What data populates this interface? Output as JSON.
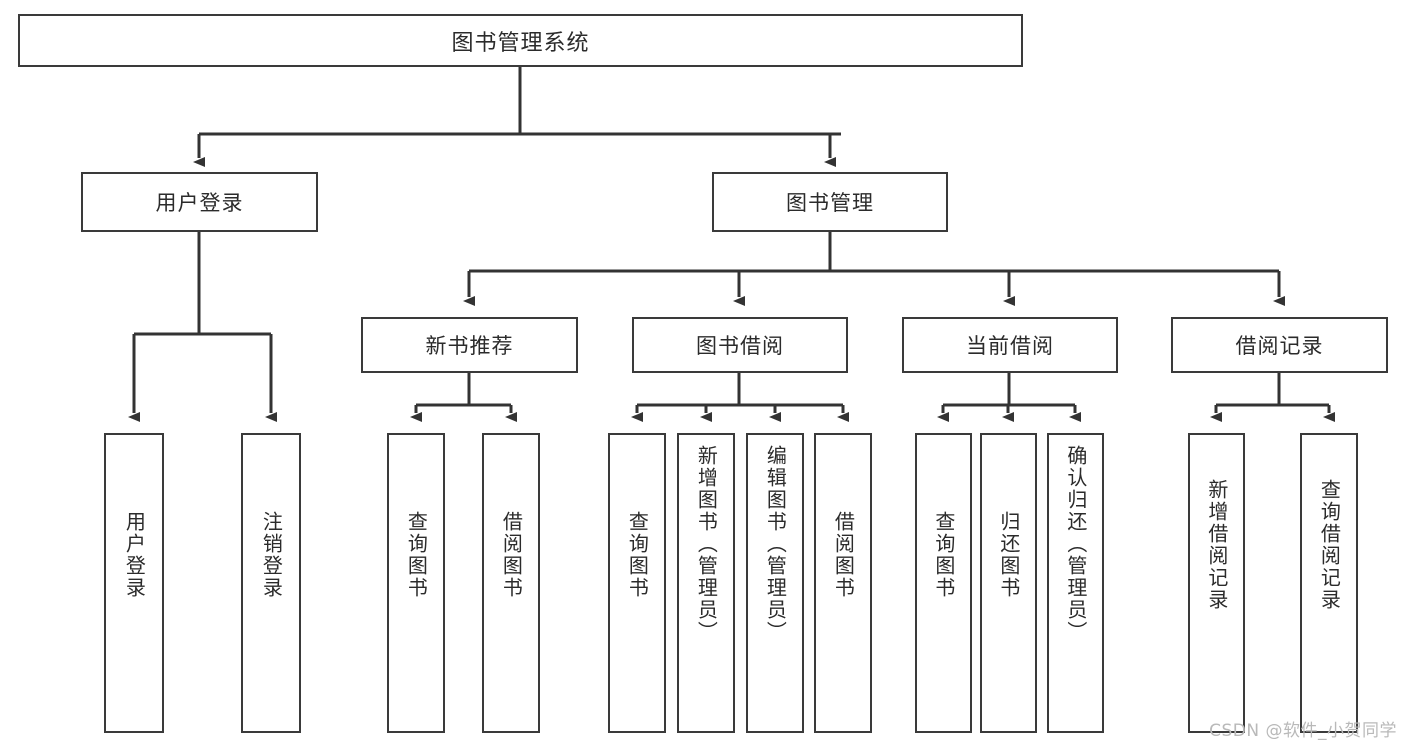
{
  "diagram": {
    "type": "hierarchy-tree",
    "title_node": {
      "label": "图书管理系统"
    },
    "level2": [
      {
        "id": "user-login",
        "label": "用户登录"
      },
      {
        "id": "book-management",
        "label": "图书管理"
      }
    ],
    "level3": [
      {
        "id": "new-book-recommend",
        "label": "新书推荐",
        "parent": "book-management"
      },
      {
        "id": "book-borrow",
        "label": "图书借阅",
        "parent": "book-management"
      },
      {
        "id": "current-borrow",
        "label": "当前借阅",
        "parent": "book-management"
      },
      {
        "id": "borrow-record",
        "label": "借阅记录",
        "parent": "book-management"
      }
    ],
    "leaves": [
      {
        "id": "leaf-user-login",
        "label": "用户登录",
        "parent": "user-login"
      },
      {
        "id": "leaf-logout-login",
        "label": "注销登录",
        "parent": "user-login"
      },
      {
        "id": "leaf-query-book-1",
        "label": "查询图书",
        "parent": "new-book-recommend"
      },
      {
        "id": "leaf-borrow-book-1",
        "label": "借阅图书",
        "parent": "new-book-recommend"
      },
      {
        "id": "leaf-query-book-2",
        "label": "查询图书",
        "parent": "book-borrow"
      },
      {
        "id": "leaf-add-book",
        "label": "新增图书（管理员）",
        "parent": "book-borrow"
      },
      {
        "id": "leaf-edit-book",
        "label": "编辑图书（管理员）",
        "parent": "book-borrow"
      },
      {
        "id": "leaf-borrow-book-2",
        "label": "借阅图书",
        "parent": "book-borrow"
      },
      {
        "id": "leaf-query-book-3",
        "label": "查询图书",
        "parent": "current-borrow"
      },
      {
        "id": "leaf-return-book",
        "label": "归还图书",
        "parent": "current-borrow"
      },
      {
        "id": "leaf-confirm-return",
        "label": "确认归还（管理员）",
        "parent": "current-borrow"
      },
      {
        "id": "leaf-add-record",
        "label": "新增借阅记录",
        "parent": "borrow-record"
      },
      {
        "id": "leaf-query-record",
        "label": "查询借阅记录",
        "parent": "borrow-record"
      }
    ],
    "colors": {
      "box_border": "#3a3a3a",
      "box_fill": "#ffffff",
      "text": "#2b2b2b",
      "edge": "#333333",
      "watermark": "#b9b9b9",
      "background": "#ffffff"
    }
  },
  "watermark": {
    "text": "CSDN @软件_小贺同学"
  }
}
